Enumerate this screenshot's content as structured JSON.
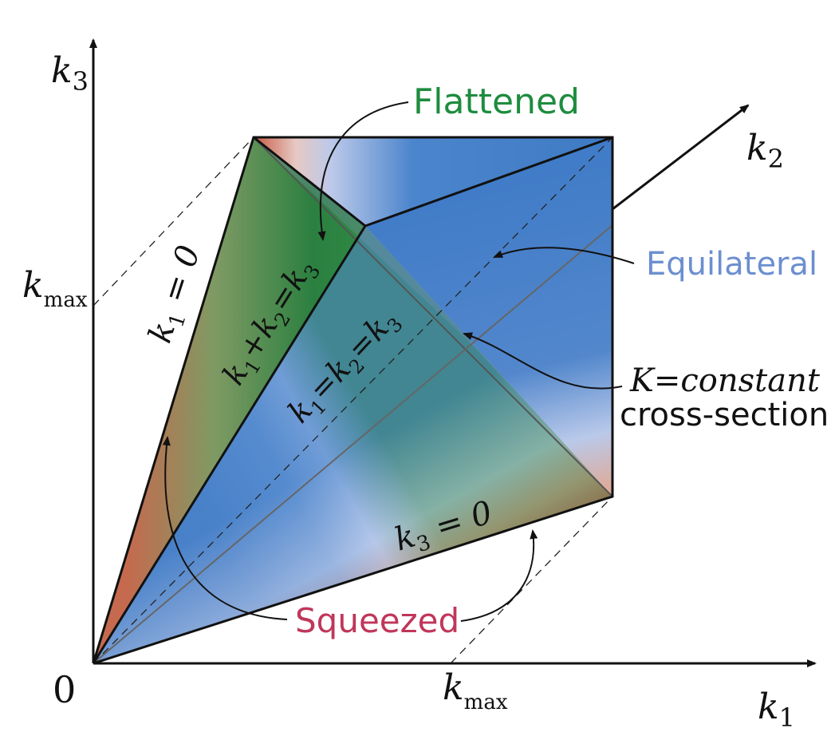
{
  "axes": {
    "k1": {
      "base": "k",
      "sub": "1"
    },
    "k2": {
      "base": "k",
      "sub": "2"
    },
    "k3": {
      "base": "k",
      "sub": "3"
    },
    "origin": "0",
    "kmax_h": {
      "base": "k",
      "sub": "max"
    },
    "kmax_v": {
      "base": "k",
      "sub": "max"
    }
  },
  "face_labels": {
    "k1_zero": {
      "k": "k",
      "sub": "1",
      "rest": " = 0"
    },
    "k3_zero": {
      "k": "k",
      "sub": "3",
      "rest": " = 0"
    },
    "flattened_eq": {
      "parts": [
        "k",
        "1",
        "+",
        "k",
        "2",
        "=",
        "k",
        "3"
      ]
    },
    "equilateral_eq": {
      "parts": [
        "k",
        "1",
        "=",
        "k",
        "2",
        "=",
        "k",
        "3"
      ]
    }
  },
  "annotations": {
    "flattened": "Flattened",
    "equilateral": "Equilateral",
    "squeezed": "Squeezed",
    "constant_italic": "K=constant",
    "cross_section": "cross-section"
  },
  "colors": {
    "flattened": "#1e8c3e",
    "equilateral": "#6b8fd0",
    "squeezed": "#c0365a",
    "blue_face": "#3f79c4",
    "red_face": "#cf5a47",
    "green_face": "#2f8a45"
  }
}
